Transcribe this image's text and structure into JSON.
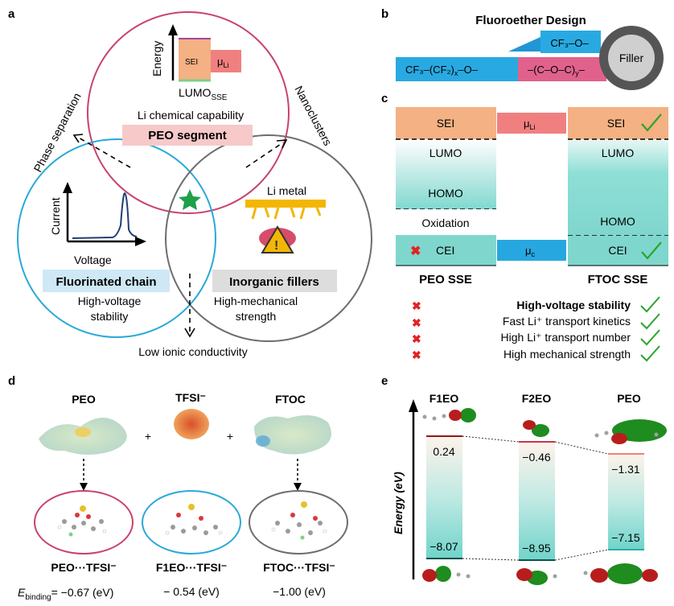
{
  "panels": {
    "a": "a",
    "b": "b",
    "c": "c",
    "d": "d",
    "e": "e"
  },
  "panel_a": {
    "energy_axis": "Energy",
    "sei": "SEI",
    "mu": "μ",
    "mu_sub": "Li",
    "lumo": "LUMO",
    "lumo_sub": "SSE",
    "li_chem": "Li chemical capability",
    "peo_segment": "PEO segment",
    "phase_separation": "Phase separation",
    "nanoclusters": "Nanoclusters",
    "current": "Current",
    "voltage": "Voltage",
    "fluorinated_chain": "Fluorinated chain",
    "hv_stability_1": "High-voltage",
    "hv_stability_2": "stability",
    "li_metal": "Li metal",
    "inorganic_fillers": "Inorganic fillers",
    "high_mech_1": "High-mechanical",
    "high_mech_2": "strength",
    "low_ionic": "Low ionic conductivity",
    "colors": {
      "peo": "#c8436f",
      "fluoro": "#29a9d8",
      "inorganic": "#6d6d6d",
      "star": "#1ea04a"
    }
  },
  "panel_b": {
    "title": "Fluoroether Design",
    "cf3o": "CF₃–O–",
    "chain_pre": "CF₃–(CF₂)",
    "chain_sub_x": "x",
    "chain_post": "–O–",
    "peo_pre": "–(C–O–C)",
    "peo_sub_y": "y",
    "peo_post": "–",
    "filler": "Filler"
  },
  "panel_c": {
    "sei": "SEI",
    "lumo": "LUMO",
    "homo": "HOMO",
    "oxidation": "Oxidation",
    "cei": "CEI",
    "mu_li": "μ",
    "mu_li_sub": "Li",
    "mu_c": "μ",
    "mu_c_sub": "c",
    "peo_sse": "PEO SSE",
    "ftoc_sse": "FTOC SSE",
    "properties": [
      "High-voltage stability",
      "Fast Li⁺ transport kinetics",
      "High Li⁺ transport number",
      "High mechanical strength"
    ]
  },
  "panel_d": {
    "peo": "PEO",
    "tfsi": "TFSI⁻",
    "ftoc": "FTOC",
    "plus": "+",
    "complex_1": "PEO···TFSI⁻",
    "complex_2": "F1EO···TFSI⁻",
    "complex_3": "FTOC···TFSI⁻",
    "ebinding_label": "E",
    "ebinding_sub": "binding",
    "e1": "= −0.67 (eV)",
    "e2": "− 0.54 (eV)",
    "e3": "−1.00 (eV)"
  },
  "panel_e": {
    "axis_label": "Energy (eV)",
    "columns": [
      {
        "name": "F1EO",
        "lumo": "0.24",
        "homo": "−8.07"
      },
      {
        "name": "F2EO",
        "lumo": "−0.46",
        "homo": "−8.95"
      },
      {
        "name": "PEO",
        "lumo": "−1.31",
        "homo": "−7.15"
      }
    ]
  }
}
